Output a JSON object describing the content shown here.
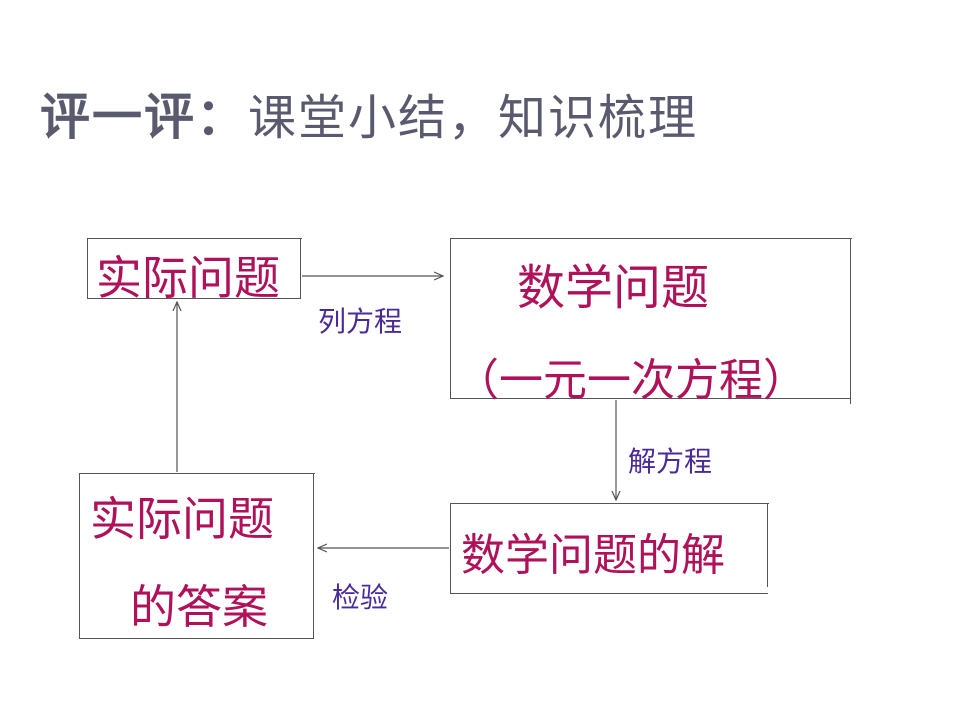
{
  "title": {
    "bold": "评一评：",
    "rest": "课堂小结，知识梳理"
  },
  "nodes": {
    "real_problem": "实际问题",
    "math_problem_line1": "数学问题",
    "math_problem_line2": "（一元一次方程）",
    "math_solution": "数学问题的解",
    "real_answer_line1": "实际问题",
    "real_answer_line2": "的答案"
  },
  "edges": {
    "formulate": "列方程",
    "solve": "解方程",
    "verify": "检验"
  },
  "colors": {
    "title": "#5a5a6e",
    "node_text": "#b0125a",
    "edge_label": "#4a2a9a",
    "line": "#555555"
  }
}
